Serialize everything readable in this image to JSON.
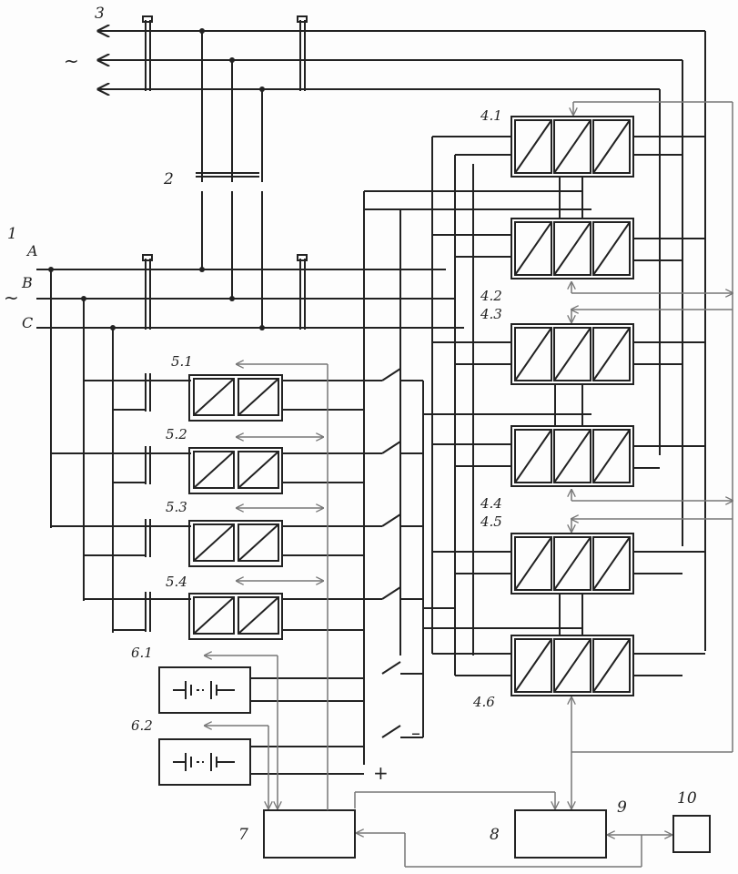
{
  "diagram": {
    "labels": {
      "output_bus": "3",
      "input_bus": "1",
      "bypass": "2",
      "control_unit": "7",
      "monitor_unit": "8",
      "interface": "9",
      "terminal": "10",
      "minus": "–",
      "plus": "+",
      "ac_out": "~",
      "ac_in": "~"
    },
    "phases": [
      "A",
      "B",
      "C"
    ],
    "inverter_modules": [
      "4.1",
      "4.2",
      "4.3",
      "4.4",
      "4.5",
      "4.6"
    ],
    "rectifier_modules": [
      "5.1",
      "5.2",
      "5.3",
      "5.4"
    ],
    "battery_modules": [
      "6.1",
      "6.2"
    ]
  }
}
